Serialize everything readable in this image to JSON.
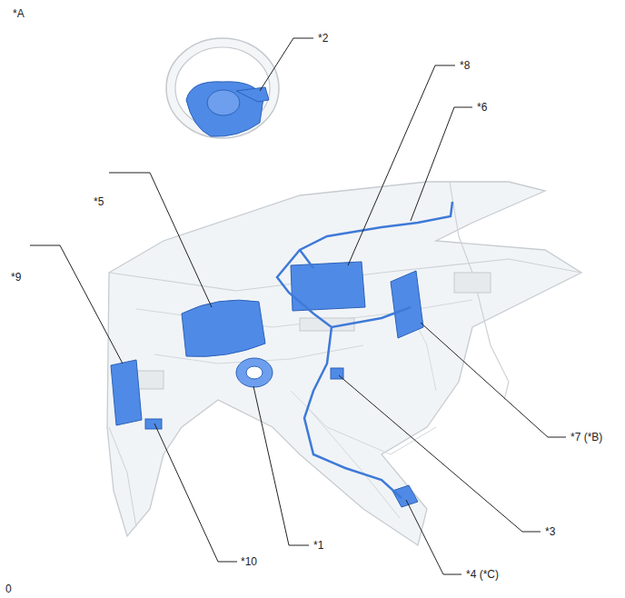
{
  "diagram": {
    "labels": [
      "*A",
      "*2",
      "*8",
      "*6",
      "*5",
      "*9",
      "*7 (*B)",
      "*3",
      "*1",
      "*10",
      "*4 (*C)",
      "0"
    ]
  }
}
